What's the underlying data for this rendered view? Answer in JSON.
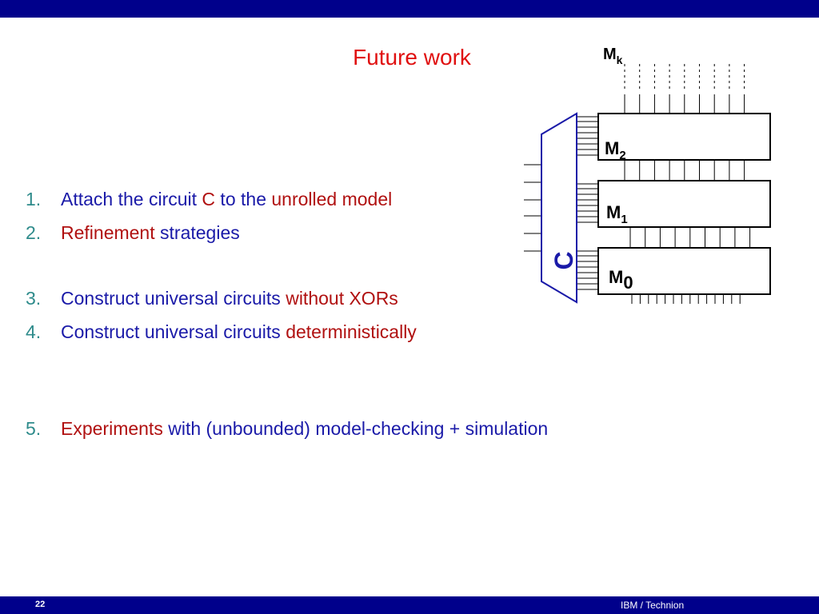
{
  "slide": {
    "title": "Future work",
    "number": "22",
    "footer": "IBM / Technion"
  },
  "items": [
    {
      "num": "1.",
      "parts": [
        {
          "text": "Attach the circuit ",
          "color": "blue"
        },
        {
          "text": "C",
          "color": "red"
        },
        {
          "text": " to the ",
          "color": "blue"
        },
        {
          "text": "unrolled model",
          "color": "red"
        }
      ]
    },
    {
      "num": "2.",
      "parts": [
        {
          "text": "Refinement",
          "color": "red"
        },
        {
          "text": " strategies",
          "color": "blue"
        }
      ]
    },
    {
      "num": "3.",
      "parts": [
        {
          "text": "Construct universal circuits ",
          "color": "blue"
        },
        {
          "text": "without XORs",
          "color": "red"
        }
      ]
    },
    {
      "num": "4.",
      "parts": [
        {
          "text": "Construct universal circuits ",
          "color": "blue"
        },
        {
          "text": "deterministically",
          "color": "red"
        }
      ]
    },
    {
      "num": "5.",
      "parts": [
        {
          "text": "Experiments",
          "color": "red"
        },
        {
          "text": " with (unbounded) model-checking + simulation",
          "color": "blue"
        }
      ]
    }
  ],
  "diagram": {
    "circuit_label": "C",
    "mk_label": {
      "base": "M",
      "sub": "k"
    },
    "boxes": [
      {
        "base": "M",
        "sub": "2"
      },
      {
        "base": "M",
        "sub": "1"
      },
      {
        "base": "M",
        "sub": "0"
      }
    ]
  },
  "colors": {
    "bar": "#00008b",
    "title": "#e01010",
    "blue_text": "#1a1aa8",
    "red_text": "#b01010",
    "number": "#2e8b8b",
    "circuit": "#1a1aa8"
  }
}
